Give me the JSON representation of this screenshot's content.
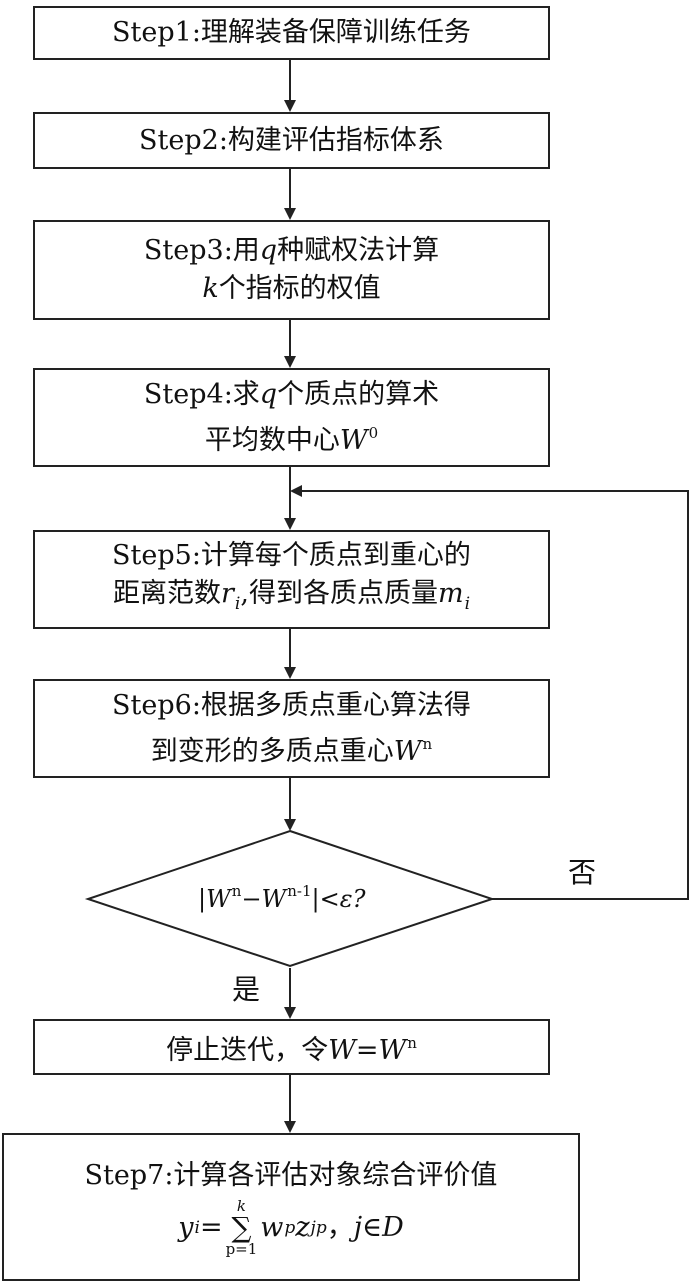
{
  "steps": {
    "step1": "Step1:理解装备保障训练任务",
    "step2": "Step2:构建评估指标体系",
    "step3": {
      "p1": "Step3:用",
      "var_q": "q",
      "p2": "种赋权法计算",
      "var_k": "k",
      "p3": "个指标的权值"
    },
    "step4": {
      "p1": "Step4:求",
      "var_q": "q",
      "p2": "个质点的算术",
      "p3": "平均数中心",
      "var_W": "W",
      "sup": "0"
    },
    "step5": {
      "p1": "Step5:计算每个质点到重心的",
      "p2": "距离范数",
      "var_r": "r",
      "sub_r": "i",
      "p3": ",得到各质点质量",
      "var_m": "m",
      "sub_m": "i"
    },
    "step6": {
      "p1": "Step6:根据多质点重心算法得",
      "p2": "到变形的多质点重心",
      "var_W": "W",
      "sup": "n"
    },
    "stop": {
      "p1": "停止迭代，令",
      "var_W1": "W",
      "eq": "=",
      "var_W2": "W",
      "sup": "n"
    },
    "step7": {
      "p1": "Step7:计算各评估对象综合评价值",
      "y": "y",
      "y_sub": "i",
      "eq": "=",
      "sum_top": "k",
      "sum_sym": "∑",
      "sum_bottom": "p=1",
      "w": "w",
      "w_sub": "p",
      "z": "z",
      "z_sub": "jp",
      "sep": "，",
      "j": "j",
      "in": "∈",
      "D": "D"
    }
  },
  "decision": {
    "bar1": "|",
    "W1": "W",
    "sup1": "n",
    "minus": "−",
    "W2": "W",
    "sup2": "n-1",
    "bar2": "|",
    "lt": "<",
    "eps": "ε",
    "q": "?"
  },
  "labels": {
    "no": "否",
    "yes": "是"
  }
}
